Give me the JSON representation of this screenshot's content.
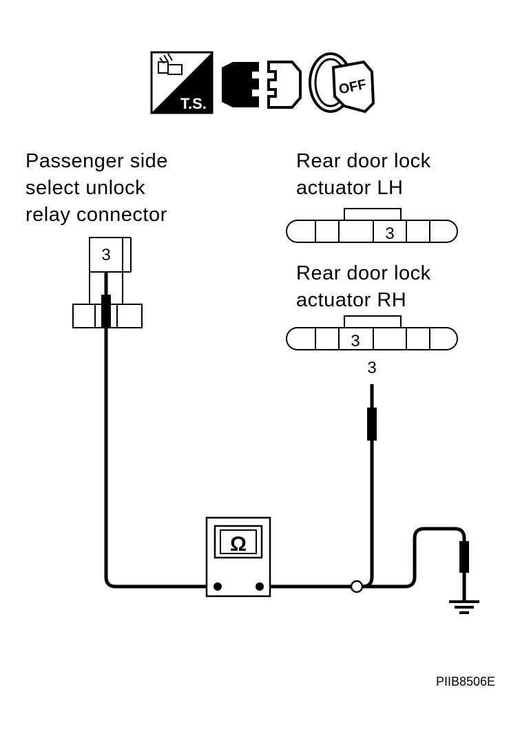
{
  "header_icons": {
    "test_symbol_text": "T.S.",
    "ignition_key_text": "OFF",
    "icons": [
      "test-symbol-icon",
      "connector-disconnect-icon",
      "ignition-off-icon"
    ]
  },
  "relay_connector": {
    "label_lines": [
      "Passenger side",
      "select unlock",
      "relay connector"
    ],
    "terminal": "3"
  },
  "actuator_lh": {
    "label_lines": [
      "Rear door lock",
      "actuator LH"
    ],
    "terminal": "3"
  },
  "actuator_rh": {
    "label_lines": [
      "Rear door lock",
      "actuator RH"
    ],
    "terminal": "3",
    "wire_terminal": "3"
  },
  "meter": {
    "symbol": "Ω"
  },
  "figure_code": "PIIB8506E"
}
